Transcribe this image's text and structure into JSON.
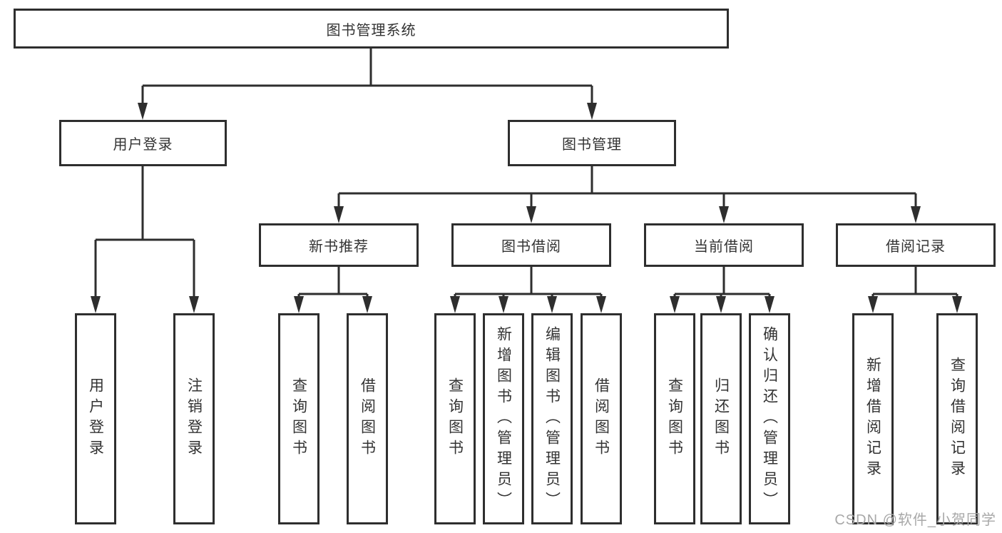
{
  "tree": {
    "label": "图书管理系统",
    "children": [
      {
        "label": "用户登录",
        "children": [
          {
            "label": "用户登录"
          },
          {
            "label": "注销登录"
          }
        ]
      },
      {
        "label": "图书管理",
        "children": [
          {
            "label": "新书推荐",
            "children": [
              {
                "label": "查询图书"
              },
              {
                "label": "借阅图书"
              }
            ]
          },
          {
            "label": "图书借阅",
            "children": [
              {
                "label": "查询图书"
              },
              {
                "label": "新增图书（管理员）"
              },
              {
                "label": "编辑图书（管理员）"
              },
              {
                "label": "借阅图书"
              }
            ]
          },
          {
            "label": "当前借阅",
            "children": [
              {
                "label": "查询图书"
              },
              {
                "label": "归还图书"
              },
              {
                "label": "确认归还（管理员）"
              }
            ]
          },
          {
            "label": "借阅记录",
            "children": [
              {
                "label": "新增借阅记录"
              },
              {
                "label": "查询借阅记录"
              }
            ]
          }
        ]
      }
    ]
  },
  "watermark": "CSDN @软件_小贺同学",
  "colors": {
    "line": "#2e2e2e",
    "text": "#333333",
    "watermark": "#a8a8a8",
    "background": "#ffffff"
  }
}
